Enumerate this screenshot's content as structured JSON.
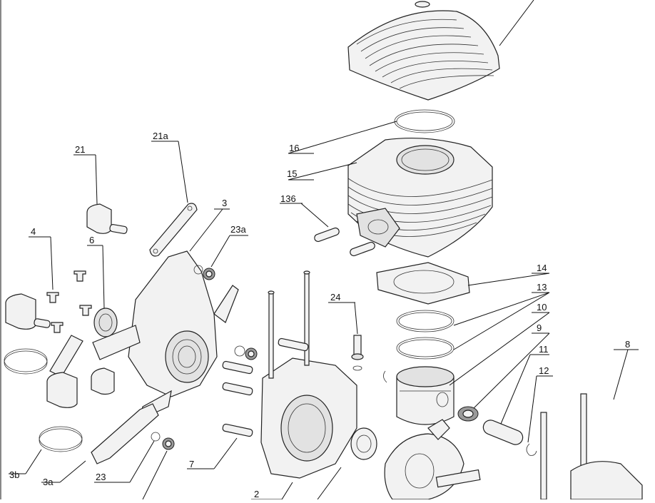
{
  "callouts": {
    "c136": "136",
    "c21a": "21a",
    "c21": "21",
    "c3": "3",
    "c23a": "23a",
    "c4": "4",
    "c6": "6",
    "c16": "16",
    "c15": "15",
    "c14": "14",
    "c13": "13",
    "c10": "10",
    "c9": "9",
    "c11": "11",
    "c12": "12",
    "c8": "8",
    "c24": "24",
    "c7": "7",
    "c2": "2",
    "c23": "23",
    "c3a": "3a",
    "c3b": "3b"
  }
}
